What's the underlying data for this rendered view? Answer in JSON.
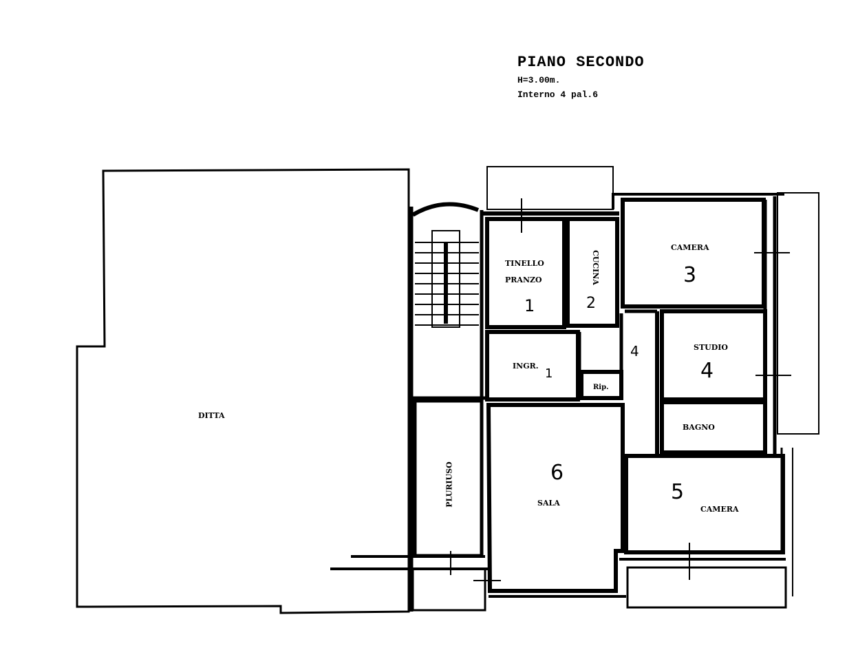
{
  "title_block": {
    "title": "PIANO SECONDO",
    "height": "H=3.00m.",
    "unit": "Interno 4 pal.6"
  },
  "rooms": [
    {
      "id": "ditta",
      "label": "DITTA",
      "number": ""
    },
    {
      "id": "tinello",
      "label_line1": "TINELLO",
      "label_line2": "PRANZO",
      "number": "1"
    },
    {
      "id": "cucina",
      "label": "CUCINA",
      "number": "2"
    },
    {
      "id": "camera3",
      "label": "CAMERA",
      "number": "3"
    },
    {
      "id": "studio",
      "label": "STUDIO",
      "number": "4"
    },
    {
      "id": "bagno",
      "label": "BAGNO",
      "number": ""
    },
    {
      "id": "camera5",
      "label": "CAMERA",
      "number": "5"
    },
    {
      "id": "sala",
      "label": "SALA",
      "number": "6"
    },
    {
      "id": "ingresso",
      "label": "INGR.",
      "number": "1"
    },
    {
      "id": "ripostiglio",
      "label": "Rip.",
      "number": ""
    },
    {
      "id": "disimpegno",
      "label": "",
      "number": "4"
    },
    {
      "id": "pluriuso",
      "label": "PLURIUSO",
      "number": ""
    }
  ],
  "colors": {
    "line": "#000000",
    "background": "#ffffff"
  }
}
